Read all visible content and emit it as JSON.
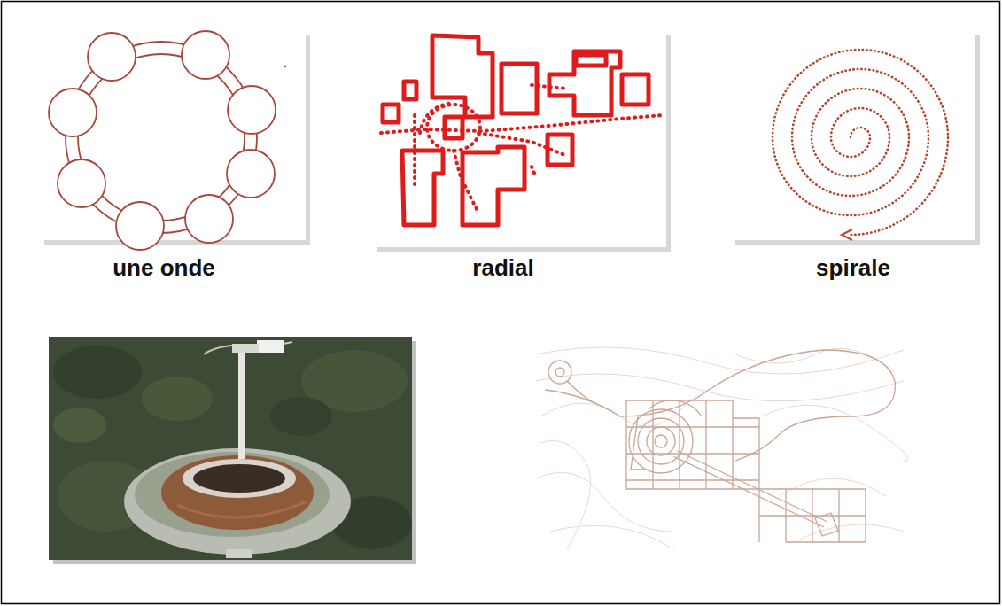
{
  "diagram": {
    "labels": [
      "une onde",
      "radial",
      "spirale"
    ]
  }
}
